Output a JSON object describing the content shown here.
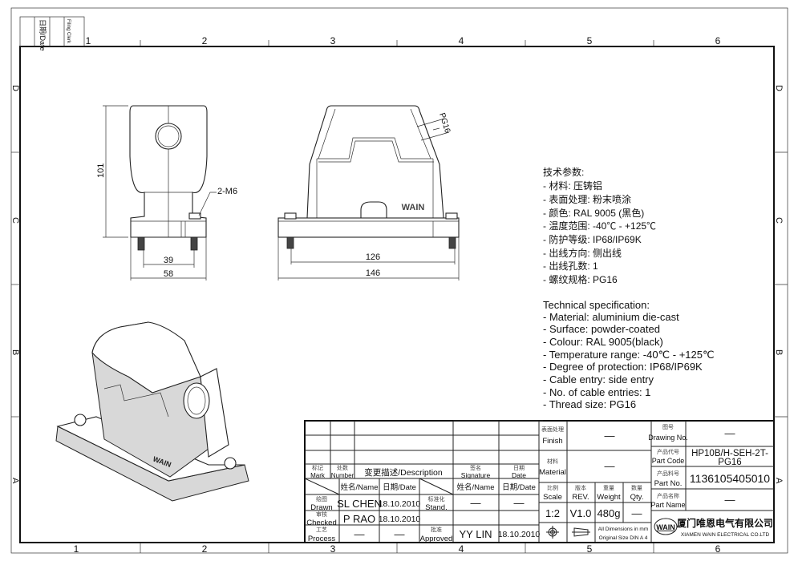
{
  "frame": {
    "columns": [
      "1",
      "2",
      "3",
      "4",
      "5",
      "6"
    ],
    "rows": [
      "D",
      "C",
      "B",
      "A"
    ],
    "filing_strip": {
      "date": "日期/Date",
      "clerk": "Filing Clerk"
    }
  },
  "views": {
    "side": {
      "height_dim": "101",
      "bolt_label": "2-M6",
      "bolt_spacing": "39",
      "width": "58"
    },
    "front": {
      "thread_label": "PG16",
      "brand": "WAIN",
      "bolt_spacing": "126",
      "width": "146"
    },
    "iso": {
      "brand": "WAIN"
    }
  },
  "spec_cn": {
    "title": "技术参数:",
    "lines": [
      "- 材料: 压铸铝",
      "- 表面处理: 粉末喷涂",
      "- 颜色: RAL 9005 (黑色)",
      "- 温度范围: -40℃ - +125℃",
      "- 防护等级: IP68/IP69K",
      "- 出线方向: 侧出线",
      "- 出线孔数: 1",
      "- 螺纹规格: PG16"
    ]
  },
  "spec_en": {
    "title": "Technical specification:",
    "lines": [
      "- Material: aluminium die-cast",
      "- Surface: powder-coated",
      "- Colour: RAL 9005(black)",
      "- Temperature range: -40℃ - +125℃",
      "- Degree of protection: IP68/IP69K",
      "- Cable entry: side entry",
      "- No. of cable entries: 1",
      "- Thread size: PG16"
    ]
  },
  "title_block": {
    "revision_header": {
      "mark_cn": "标记",
      "mark": "Mark",
      "number_cn": "处数",
      "number": "Number",
      "description": "变更描述/Description",
      "signature_cn": "签名",
      "signature": "Signature",
      "date_cn": "日期",
      "date": "Date"
    },
    "name_header": {
      "name": "姓名/Name",
      "date": "日期/Date"
    },
    "drawn": {
      "label_cn": "绘图",
      "label": "Drawn",
      "name": "SL CHEN",
      "date": "18.10.2010"
    },
    "checked": {
      "label_cn": "审核",
      "label": "Checked",
      "name": "P RAO",
      "date": "18.10.2010"
    },
    "process": {
      "label_cn": "工艺",
      "label": "Process",
      "name": "—",
      "date": "—"
    },
    "stand": {
      "label_cn": "标准化",
      "label": "Stand.",
      "name": "—",
      "date": "—"
    },
    "approved": {
      "label_cn": "批准",
      "label": "Approved",
      "name": "YY LIN",
      "date": "18.10.2010"
    },
    "finish": {
      "label_cn": "表面处理",
      "label": "Finish",
      "value": "—"
    },
    "material": {
      "label_cn": "材料",
      "label": "Material",
      "value": "—"
    },
    "scale": {
      "label_cn": "比例",
      "label": "Scale",
      "value": "1:2"
    },
    "rev": {
      "label_cn": "版本",
      "label": "REV.",
      "value": "V1.0"
    },
    "weight": {
      "label_cn": "重量",
      "label": "Weight",
      "value": "480g"
    },
    "qty": {
      "label_cn": "数量",
      "label": "Qty.",
      "value": "—"
    },
    "dimensions_note": [
      "All Dimensions in mm",
      "Original Size DIN A 4"
    ],
    "drawing_no": {
      "label_cn": "图号",
      "label": "Drawing No.",
      "value": "—"
    },
    "part_code": {
      "label_cn": "产品代号",
      "label": "Part Code",
      "value_line1": "HP10B/H-SEH-2T-",
      "value_line2": "PG16"
    },
    "part_no": {
      "label_cn": "产品料号",
      "label": "Part No.",
      "value": "1136105405010"
    },
    "part_name": {
      "label_cn": "产品名称",
      "label": "Part Name",
      "value": "—"
    },
    "company": {
      "logo": "WAIN",
      "name_cn": "厦门唯恩电气有限公司",
      "name_en": "XIAMEN WAIN ELECTRICAL CO.LTD"
    }
  }
}
